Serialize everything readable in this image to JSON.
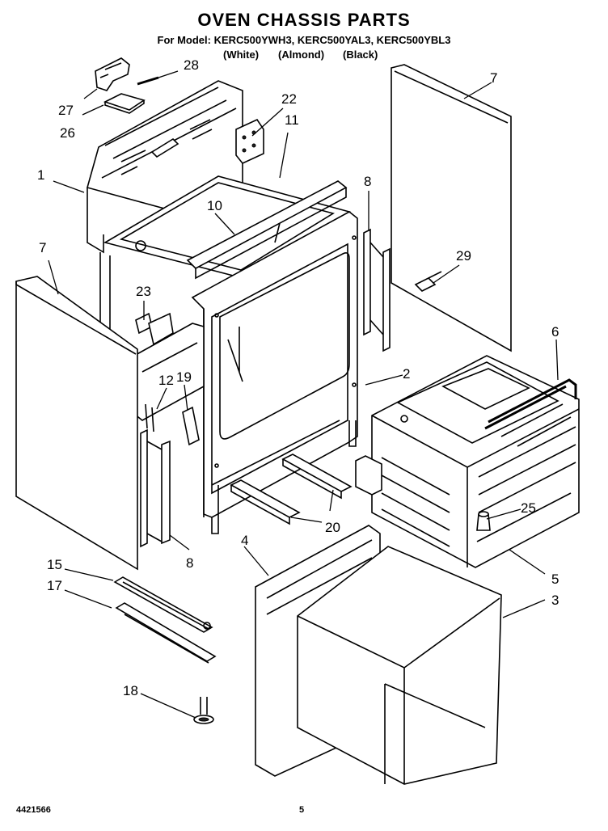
{
  "header": {
    "title": "OVEN CHASSIS PARTS",
    "models": "For Model: KERC500YWH3, KERC500YAL3, KERC500YBL3",
    "variant_white": "(White)",
    "variant_almond": "(Almond)",
    "variant_black": "(Black)"
  },
  "callouts": {
    "c1": "1",
    "c2": "2",
    "c3": "3",
    "c4": "4",
    "c5": "5",
    "c6": "6",
    "c7a": "7",
    "c7b": "7",
    "c8a": "8",
    "c8b": "8",
    "c10": "10",
    "c11": "11",
    "c12": "12",
    "c15": "15",
    "c17": "17",
    "c18": "18",
    "c19": "19",
    "c20": "20",
    "c22": "22",
    "c23": "23",
    "c25": "25",
    "c26": "26",
    "c27": "27",
    "c28": "28",
    "c29": "29"
  },
  "footer": {
    "doc_number": "4421566",
    "page_number": "5"
  }
}
